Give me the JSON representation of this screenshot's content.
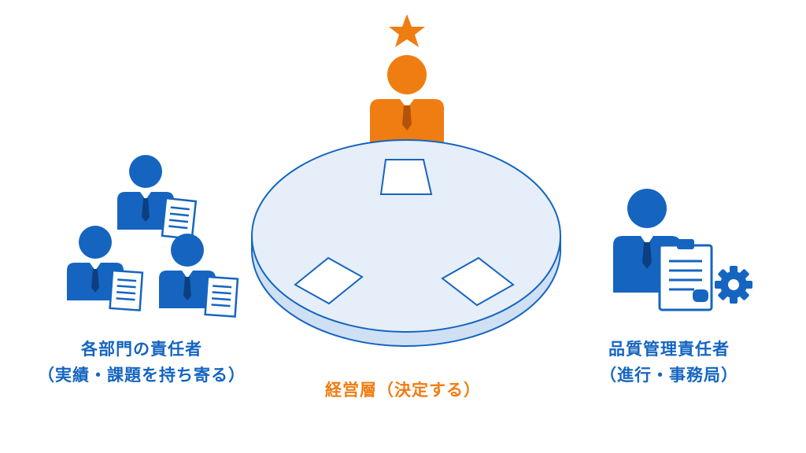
{
  "colors": {
    "blue": "#1565c0",
    "orange": "#f07d12",
    "table_fill": "#e4eefb",
    "table_edge": "#d2e2f6"
  },
  "icons": {
    "star": "star-icon",
    "gear": "gear-icon",
    "clipboard": "clipboard-icon",
    "document": "document-icon"
  },
  "groups": {
    "departments": {
      "line1": "各部門の責任者",
      "line2": "（実績・課題を持ち寄る）"
    },
    "executives": {
      "line1": "経営層（決定する）"
    },
    "quality": {
      "line1": "品質管理責任者",
      "line2": "（進行・事務局）"
    }
  }
}
